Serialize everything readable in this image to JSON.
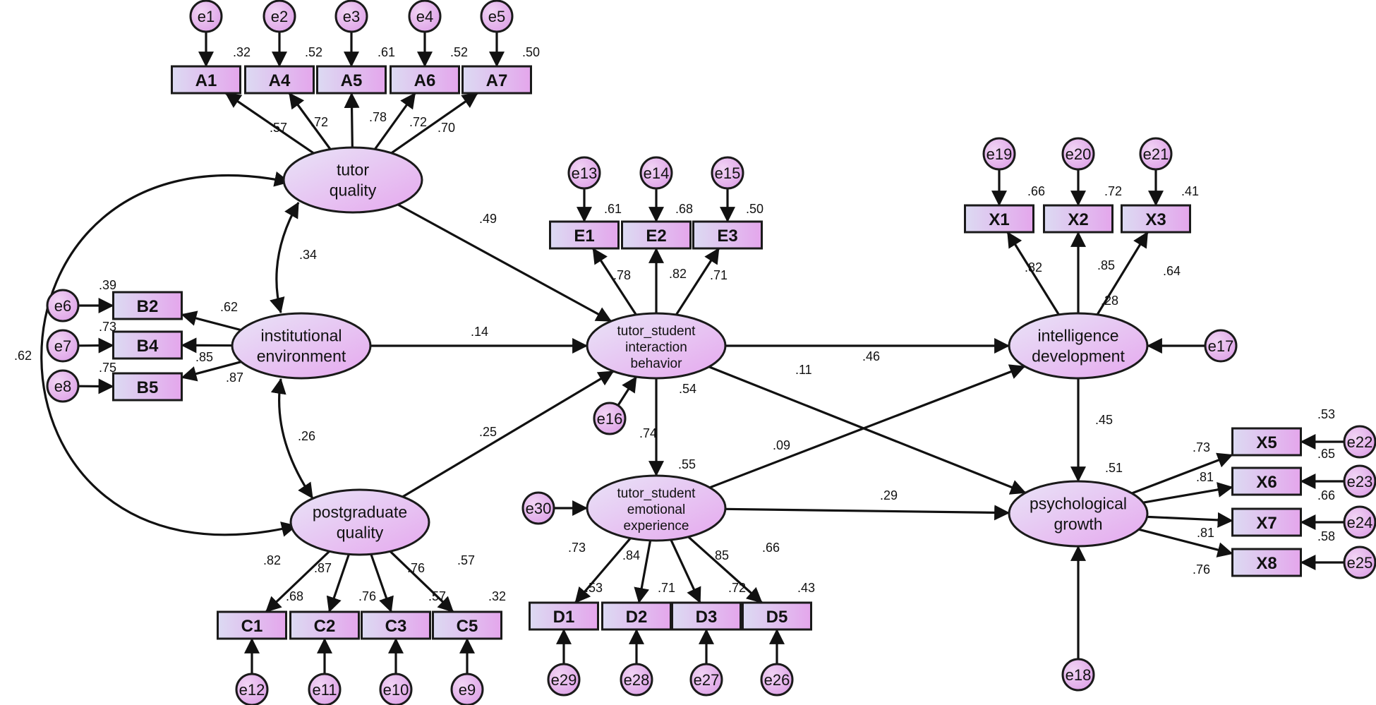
{
  "diagram": {
    "colors": {
      "latent_fill_light": "#e8e4f7",
      "latent_fill_dark": "#e6a8ee",
      "observed_fill_light": "#dcdaf2",
      "observed_fill_dark": "#e4a6ec",
      "stroke": "#1a1a1a"
    },
    "latents": {
      "tutor_quality": [
        "tutor",
        "quality"
      ],
      "institutional_environment": [
        "institutional",
        "environment"
      ],
      "postgraduate_quality": [
        "postgraduate",
        "quality"
      ],
      "interaction": [
        "tutor_student",
        "interaction",
        "behavior"
      ],
      "emotional": [
        "tutor_student",
        "emotional",
        "experience"
      ],
      "intelligence": [
        "intelligence",
        "development"
      ],
      "psychological": [
        "psychological",
        "growth"
      ]
    },
    "observed": {
      "A1": "A1",
      "A4": "A4",
      "A5": "A5",
      "A6": "A6",
      "A7": "A7",
      "B2": "B2",
      "B4": "B4",
      "B5": "B5",
      "C1": "C1",
      "C2": "C2",
      "C3": "C3",
      "C5": "C5",
      "E1": "E1",
      "E2": "E2",
      "E3": "E3",
      "D1": "D1",
      "D2": "D2",
      "D3": "D3",
      "D5": "D5",
      "X1": "X1",
      "X2": "X2",
      "X3": "X3",
      "X5": "X5",
      "X6": "X6",
      "X7": "X7",
      "X8": "X8"
    },
    "errors": {
      "e1": "e1",
      "e2": "e2",
      "e3": "e3",
      "e4": "e4",
      "e5": "e5",
      "e6": "e6",
      "e7": "e7",
      "e8": "e8",
      "e9": "e9",
      "e10": "e10",
      "e11": "e11",
      "e12": "e12",
      "e13": "e13",
      "e14": "e14",
      "e15": "e15",
      "e16": "e16",
      "e17": "e17",
      "e18": "e18",
      "e19": "e19",
      "e20": "e20",
      "e21": "e21",
      "e22": "e22",
      "e23": "e23",
      "e24": "e24",
      "e25": "e25",
      "e26": "e26",
      "e27": "e27",
      "e28": "e28",
      "e29": "e29",
      "e30": "e30"
    },
    "coefficients": {
      "r2_A1": ".32",
      "r2_A4": ".52",
      "r2_A5": ".61",
      "r2_A6": ".52",
      "r2_A7": ".50",
      "load_A1": ".57",
      "load_A4": ".72",
      "load_A5": ".78",
      "load_A6": ".72",
      "load_A7": ".70",
      "r2_B2": ".39",
      "r2_B4": ".73",
      "r2_B5": ".75",
      "load_B2": ".62",
      "load_B4": ".85",
      "load_B5": ".87",
      "cov_TQ_IE": ".34",
      "cov_IE_PQ": ".26",
      "cov_TQ_PQ": ".62",
      "load_C1": ".82",
      "load_C2": ".87",
      "load_C3": ".76",
      "load_C5": ".57",
      "r2_C1": ".68",
      "r2_C2": ".76",
      "r2_C3": ".57",
      "r2_C5": ".32",
      "path_TQ_INT": ".49",
      "path_IE_INT": ".14",
      "path_PQ_INT": ".25",
      "r2_E1": ".61",
      "r2_E2": ".68",
      "r2_E3": ".50",
      "load_E1": ".78",
      "load_E2": ".82",
      "load_E3": ".71",
      "path_INT_EMO": ".54",
      "r2_EMO_left": ".74",
      "r2_EMO": ".55",
      "load_D1": ".73",
      "load_D2": ".84",
      "load_D3": ".85",
      "load_D5": ".66",
      "r2_D1": ".53",
      "r2_D2": ".71",
      "r2_D3": ".72",
      "r2_D5": ".43",
      "path_INT_INTEL": ".46",
      "path_INT_PSY": ".11",
      "path_EMO_INTEL": ".09",
      "path_EMO_PSY": ".29",
      "r2_X1": ".66",
      "r2_X2": ".72",
      "r2_X3": ".41",
      "load_X1": ".82",
      "load_X2": ".85",
      "load_X3": ".64",
      "r2_INTEL": ".28",
      "path_INTEL_PSY": ".45",
      "r2_PSY": ".51",
      "r2_X5": ".53",
      "r2_X6": ".65",
      "r2_X7": ".66",
      "r2_X8": ".58",
      "load_X5": ".73",
      "load_X6": ".81",
      "load_X7": ".81",
      "load_X8": ".76"
    }
  }
}
